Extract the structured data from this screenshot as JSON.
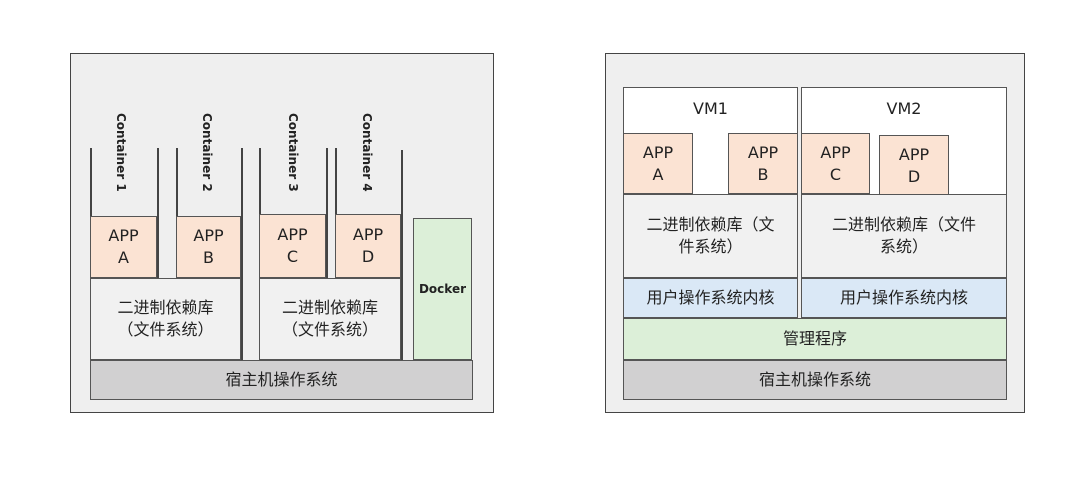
{
  "left": {
    "containers": [
      {
        "label": "Container 1"
      },
      {
        "label": "Container 2"
      },
      {
        "label": "Container 3"
      },
      {
        "label": "Container 4"
      }
    ],
    "apps": [
      {
        "name": "APP\nA"
      },
      {
        "name": "APP\nB"
      },
      {
        "name": "APP\nC"
      },
      {
        "name": "APP\nD"
      }
    ],
    "libs": [
      {
        "text": "二进制依赖库\n（文件系统）"
      },
      {
        "text": "二进制依赖库\n（文件系统）"
      }
    ],
    "docker_label": "Docker",
    "host_os": "宿主机操作系统"
  },
  "right": {
    "vms": [
      {
        "title": "VM1"
      },
      {
        "title": "VM2"
      }
    ],
    "apps": [
      {
        "name": "APP\nA"
      },
      {
        "name": "APP\nB"
      },
      {
        "name": "APP\nC"
      },
      {
        "name": "APP\nD"
      }
    ],
    "libs": [
      {
        "text": "二进制依赖库（文\n件系统）"
      },
      {
        "text": "二进制依赖库（文件\n系统）"
      }
    ],
    "kernels": [
      {
        "text": "用户操作系统内核"
      },
      {
        "text": "用户操作系统内核"
      }
    ],
    "hypervisor": "管理程序",
    "host_os": "宿主机操作系统"
  },
  "colors": {
    "app": "#fbe3d3",
    "library": "#f1f1f1",
    "host_os": "#d1d0d1",
    "docker": "#dcefd8",
    "hypervisor": "#dcefd8",
    "kernel": "#dae8f6",
    "panel": "#efefef"
  }
}
